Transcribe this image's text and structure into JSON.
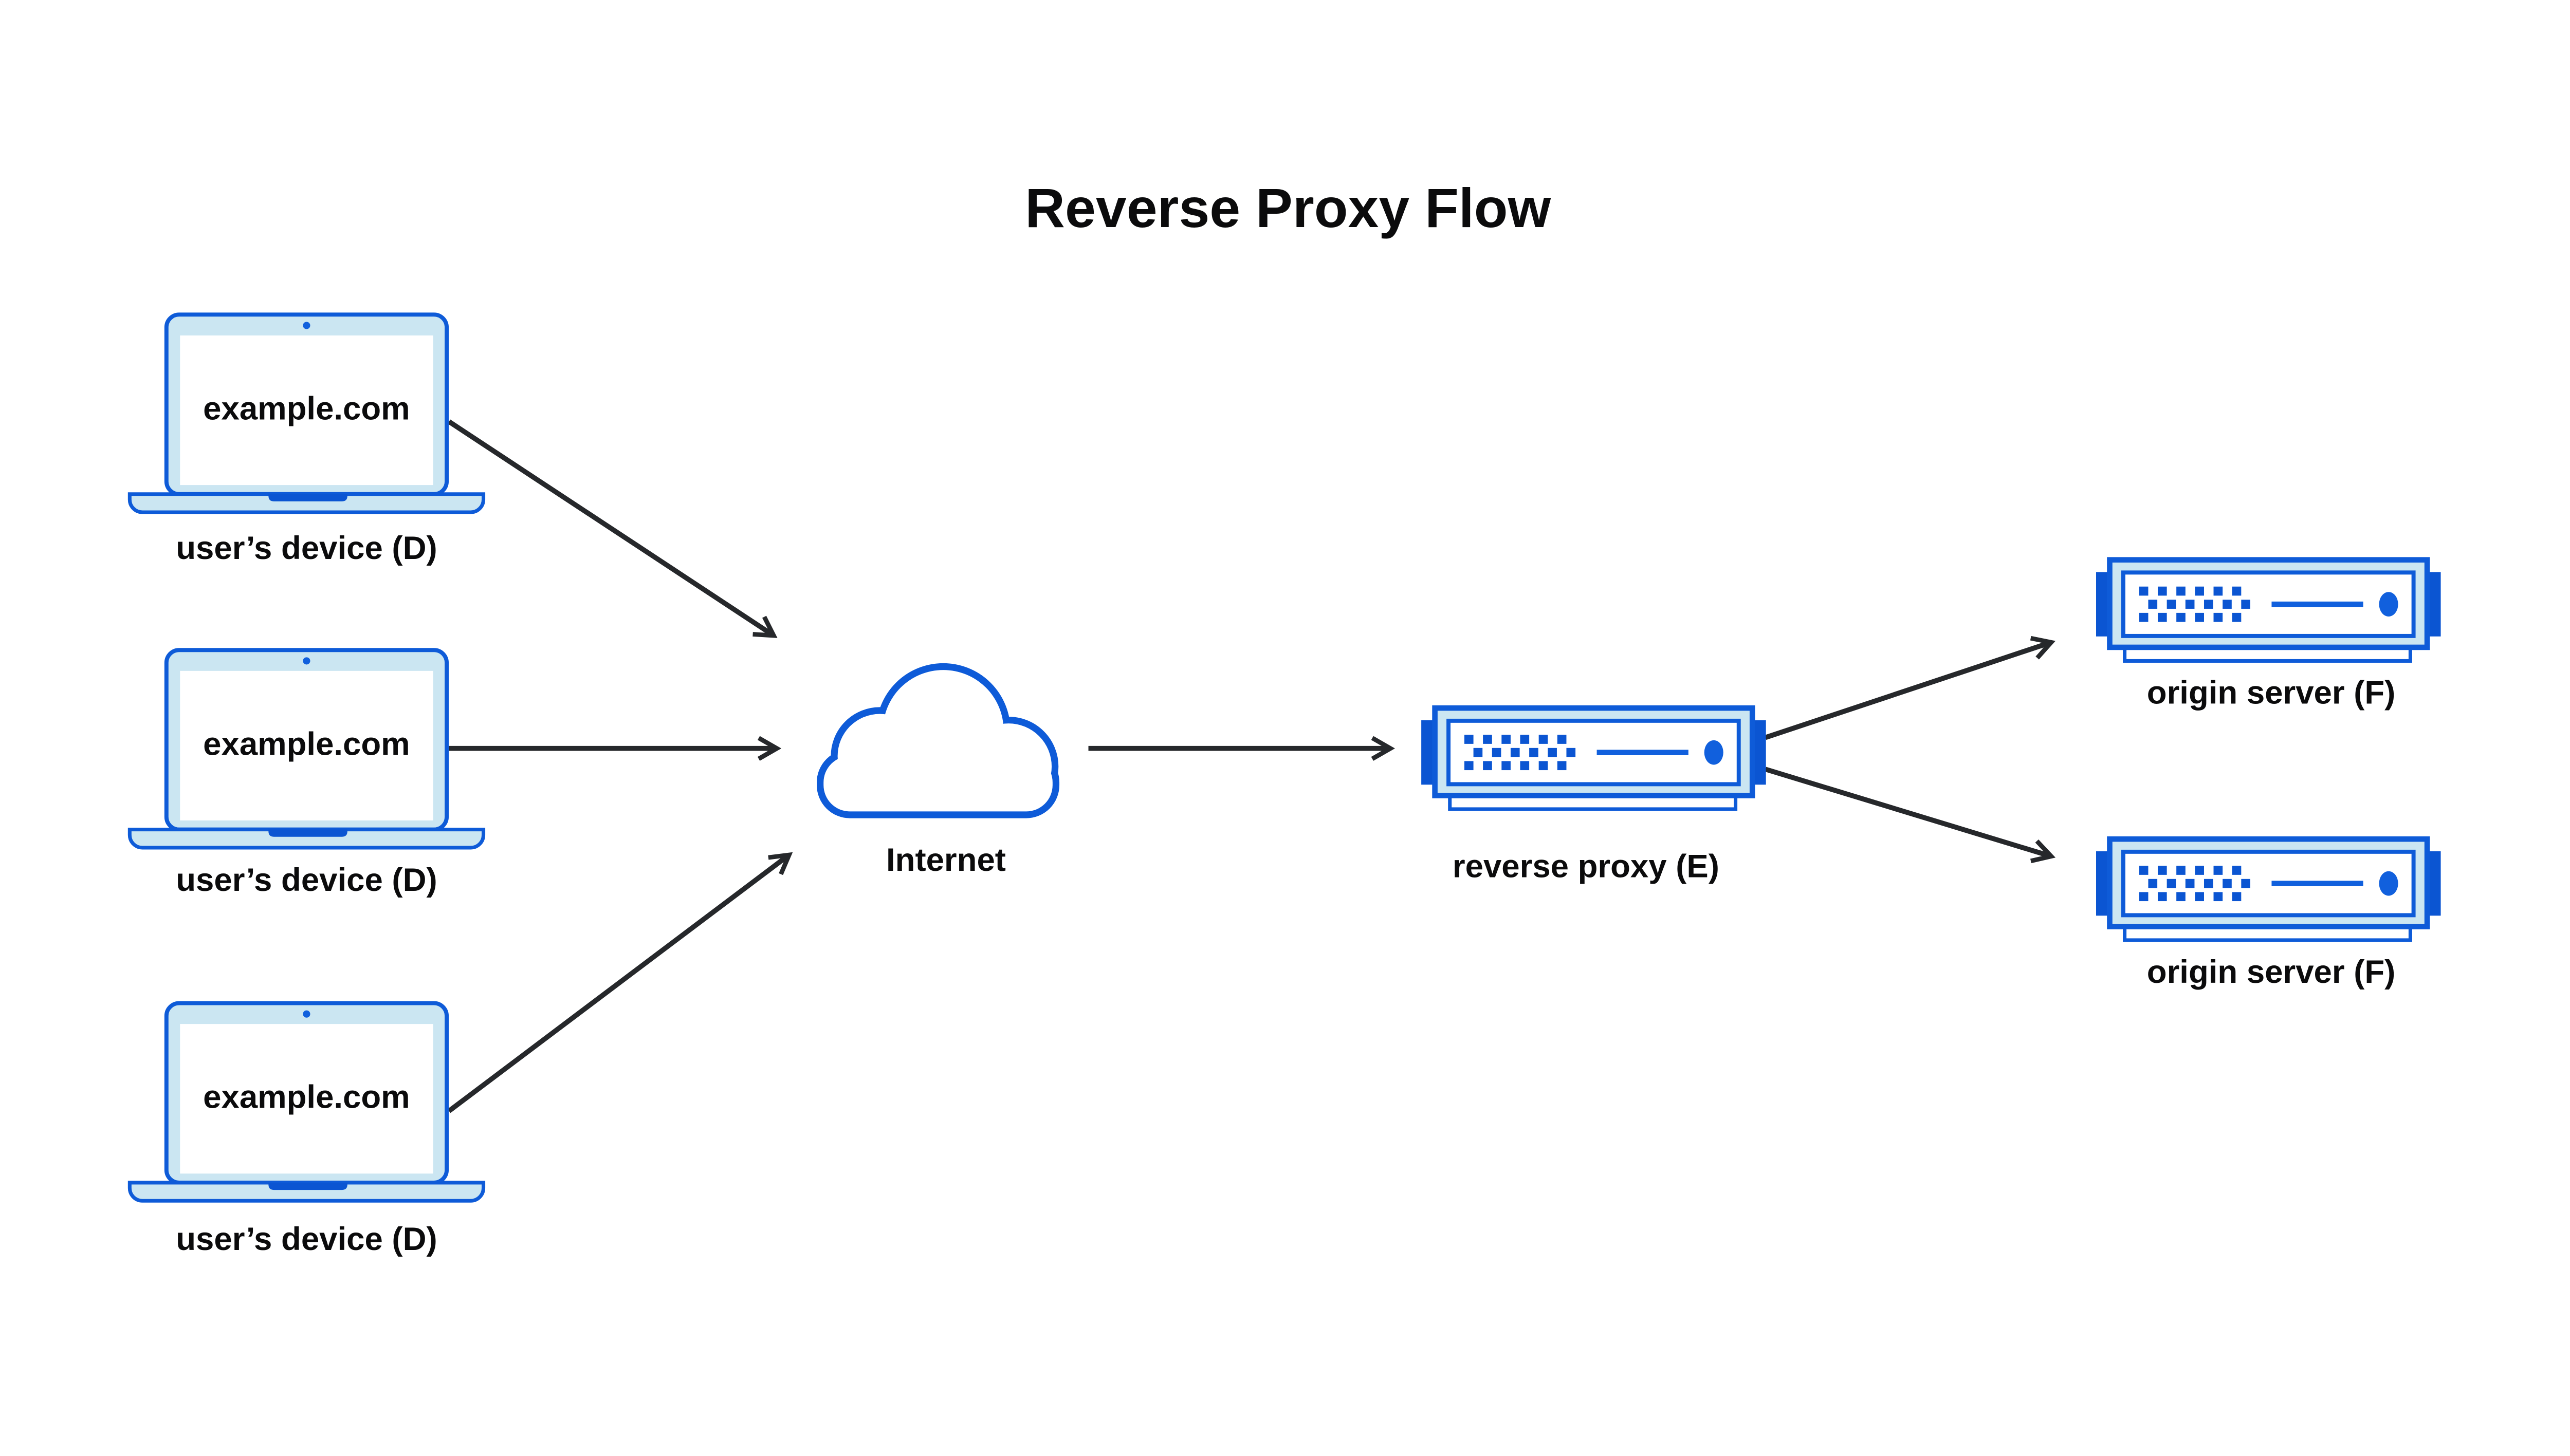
{
  "diagram": {
    "title": "Reverse Proxy Flow",
    "devices": [
      {
        "screen_text": "example.com",
        "label": "user’s device (D)"
      },
      {
        "screen_text": "example.com",
        "label": "user’s device (D)"
      },
      {
        "screen_text": "example.com",
        "label": "user’s device (D)"
      }
    ],
    "internet": {
      "label": "Internet"
    },
    "reverse_proxy": {
      "label": "reverse proxy (E)"
    },
    "origin_servers": [
      {
        "label": "origin server (F)"
      },
      {
        "label": "origin server (F)"
      }
    ],
    "connections": [
      {
        "from": "user-device-1",
        "to": "internet"
      },
      {
        "from": "user-device-2",
        "to": "internet"
      },
      {
        "from": "user-device-3",
        "to": "internet"
      },
      {
        "from": "internet",
        "to": "reverse-proxy"
      },
      {
        "from": "reverse-proxy",
        "to": "origin-server-1"
      },
      {
        "from": "reverse-proxy",
        "to": "origin-server-2"
      }
    ],
    "colors": {
      "outline_blue": "#0e5bd8",
      "fill_light_blue": "#cbe6f2",
      "tab_blue": "#0b55d2",
      "accent_blue": "#1160dd",
      "arrow_dark": "#26282b",
      "text_black": "#0b0b0c",
      "background": "#ffffff"
    }
  }
}
